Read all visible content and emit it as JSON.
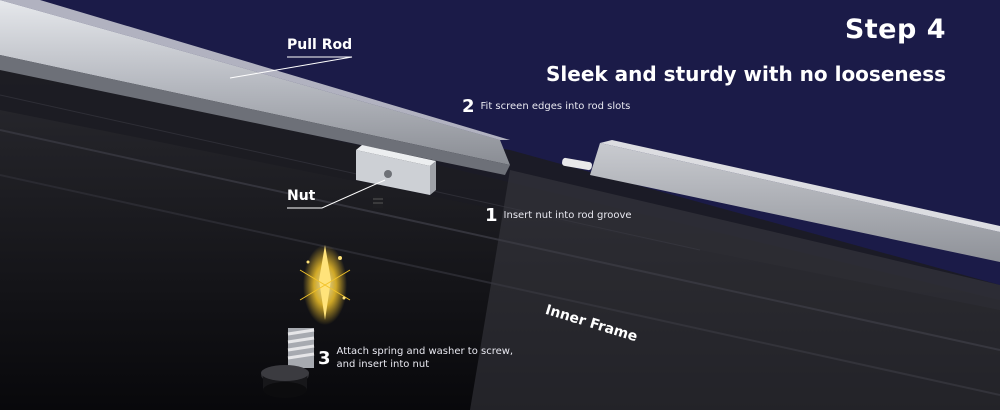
{
  "header": {
    "title": "Step 4",
    "subtitle": "Sleek and sturdy with no looseness"
  },
  "labels": {
    "pull_rod": "Pull Rod",
    "nut": "Nut",
    "inner_frame": "Inner Frame"
  },
  "steps": [
    {
      "number": "1",
      "text": "Insert nut into rod groove"
    },
    {
      "number": "2",
      "text": "Fit screen edges into rod slots"
    },
    {
      "number": "3",
      "text_line1": "Attach spring and washer to screw,",
      "text_line2": "and insert into nut"
    }
  ],
  "colors": {
    "background": "#1b1b48",
    "rod": "#b9bcc3",
    "frame": "#0f0f14",
    "spark": "#f2c32a"
  }
}
